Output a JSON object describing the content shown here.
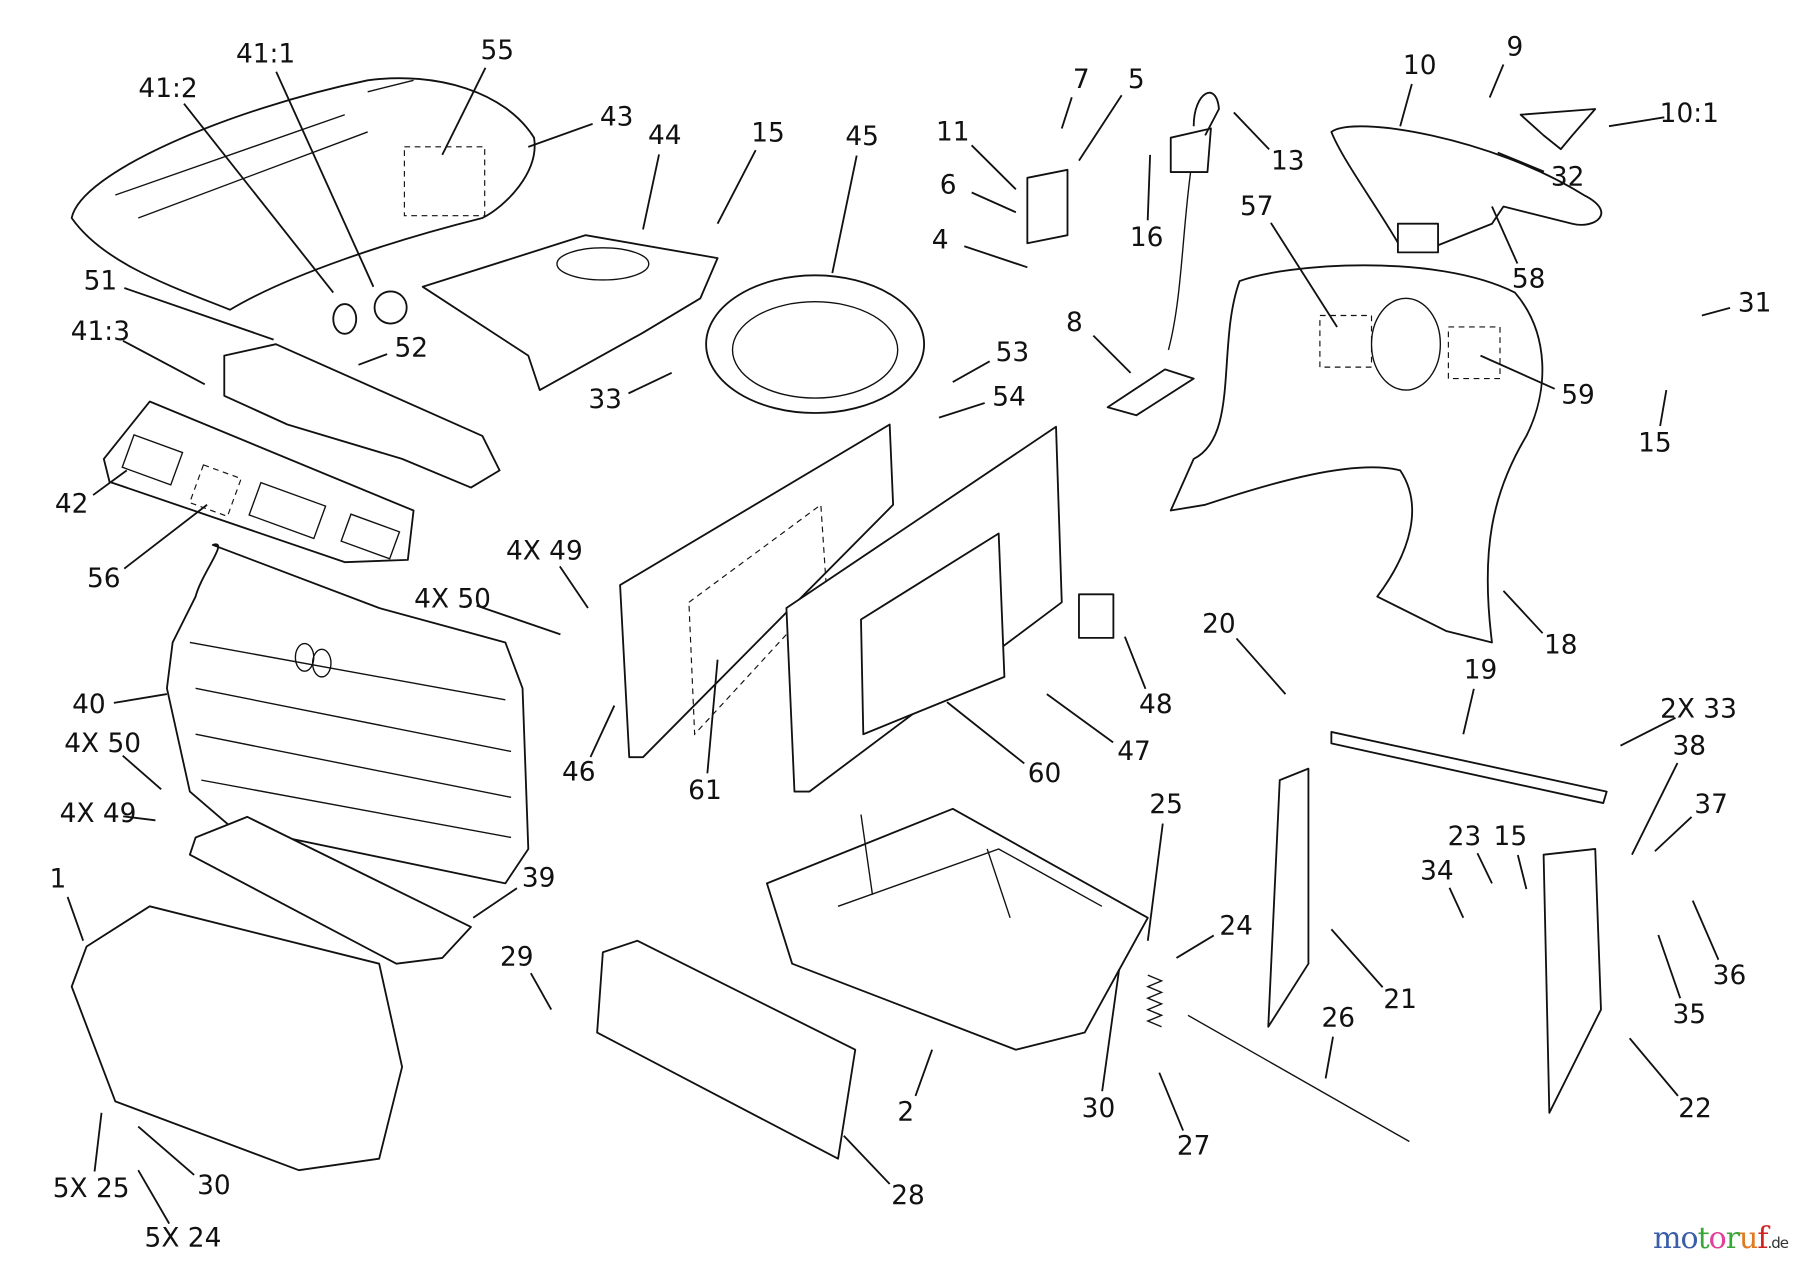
{
  "diagram": {
    "type": "exploded-parts-diagram",
    "callouts": [
      "41:2",
      "41:1",
      "55",
      "43",
      "44",
      "15",
      "45",
      "7",
      "5",
      "11",
      "6",
      "16",
      "4",
      "13",
      "10",
      "9",
      "10:1",
      "32",
      "57",
      "58",
      "31",
      "59",
      "15",
      "51",
      "52",
      "41:3",
      "33",
      "53",
      "54",
      "8",
      "42",
      "56",
      "4X 49",
      "4X 50",
      "40",
      "4X 50",
      "4X 49",
      "46",
      "61",
      "60",
      "47",
      "48",
      "20",
      "18",
      "19",
      "2X 33",
      "38",
      "37",
      "25",
      "23",
      "15",
      "34",
      "36",
      "35",
      "22",
      "1",
      "39",
      "24",
      "21",
      "26",
      "29",
      "30",
      "27",
      "2",
      "28",
      "30",
      "5X 25",
      "5X 24"
    ]
  },
  "watermark": {
    "text": "motoruf",
    "tld": ".de",
    "colors": [
      "#3b5ea8",
      "#3b5ea8",
      "#3aa63a",
      "#e0409a",
      "#3aa63a",
      "#e07a20",
      "#d02020",
      "#e0a020"
    ]
  }
}
